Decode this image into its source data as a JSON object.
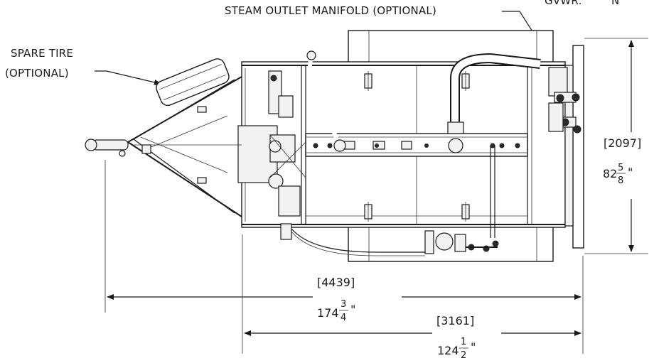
{
  "callouts": {
    "steam_manifold": "STEAM OUTLET MANIFOLD (OPTIONAL)",
    "spare_tire_line1": "SPARE TIRE",
    "spare_tire_line2": "(OPTIONAL)",
    "corner_text": "GVWR:",
    "corner_text_2": "N"
  },
  "dimensions": {
    "width": {
      "metric": "[2097]",
      "whole": "82",
      "num": "5",
      "den": "8",
      "unit": "\""
    },
    "overall_length": {
      "metric": "[4439]",
      "whole": "174",
      "num": "3",
      "den": "4",
      "unit": "\""
    },
    "body_length": {
      "metric": "[3161]",
      "whole": "124",
      "num": "1",
      "den": "2",
      "unit": "\""
    }
  }
}
